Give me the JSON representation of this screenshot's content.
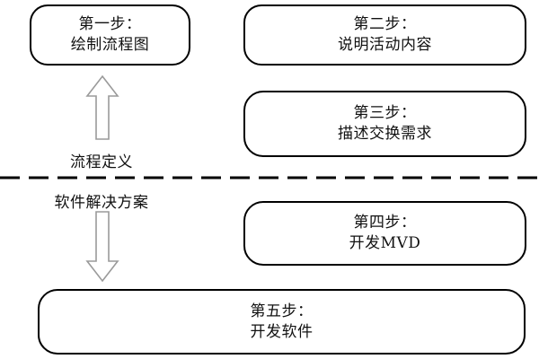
{
  "diagram": {
    "type": "flow-diagram",
    "background_color": "#ffffff",
    "box_border_color": "#000000",
    "arrow_stroke_color": "#9a9a9a",
    "divider_color": "#000000",
    "text_color": "#111111",
    "steps": [
      {
        "id": "step-1",
        "title": "第一步：",
        "body": "绘制流程图",
        "section": "process-definition"
      },
      {
        "id": "step-2",
        "title": "第二步：",
        "body": "说明活动内容",
        "section": "process-definition"
      },
      {
        "id": "step-3",
        "title": "第三步：",
        "body": "描述交换需求",
        "section": "process-definition"
      },
      {
        "id": "step-4",
        "title": "第四步：",
        "body": "开发MVD",
        "section": "software-solution"
      },
      {
        "id": "step-5",
        "title": "第五步：",
        "body": "开发软件",
        "section": "software-solution"
      }
    ],
    "section_labels": {
      "upper": "流程定义",
      "lower": "软件解决方案"
    },
    "arrows": [
      {
        "id": "arrow-up",
        "direction": "up",
        "icon": "arrow-up-icon"
      },
      {
        "id": "arrow-down",
        "direction": "down",
        "icon": "arrow-down-icon"
      }
    ],
    "divider": {
      "style": "dashed",
      "dash_length": 22,
      "gap_length": 10
    }
  }
}
